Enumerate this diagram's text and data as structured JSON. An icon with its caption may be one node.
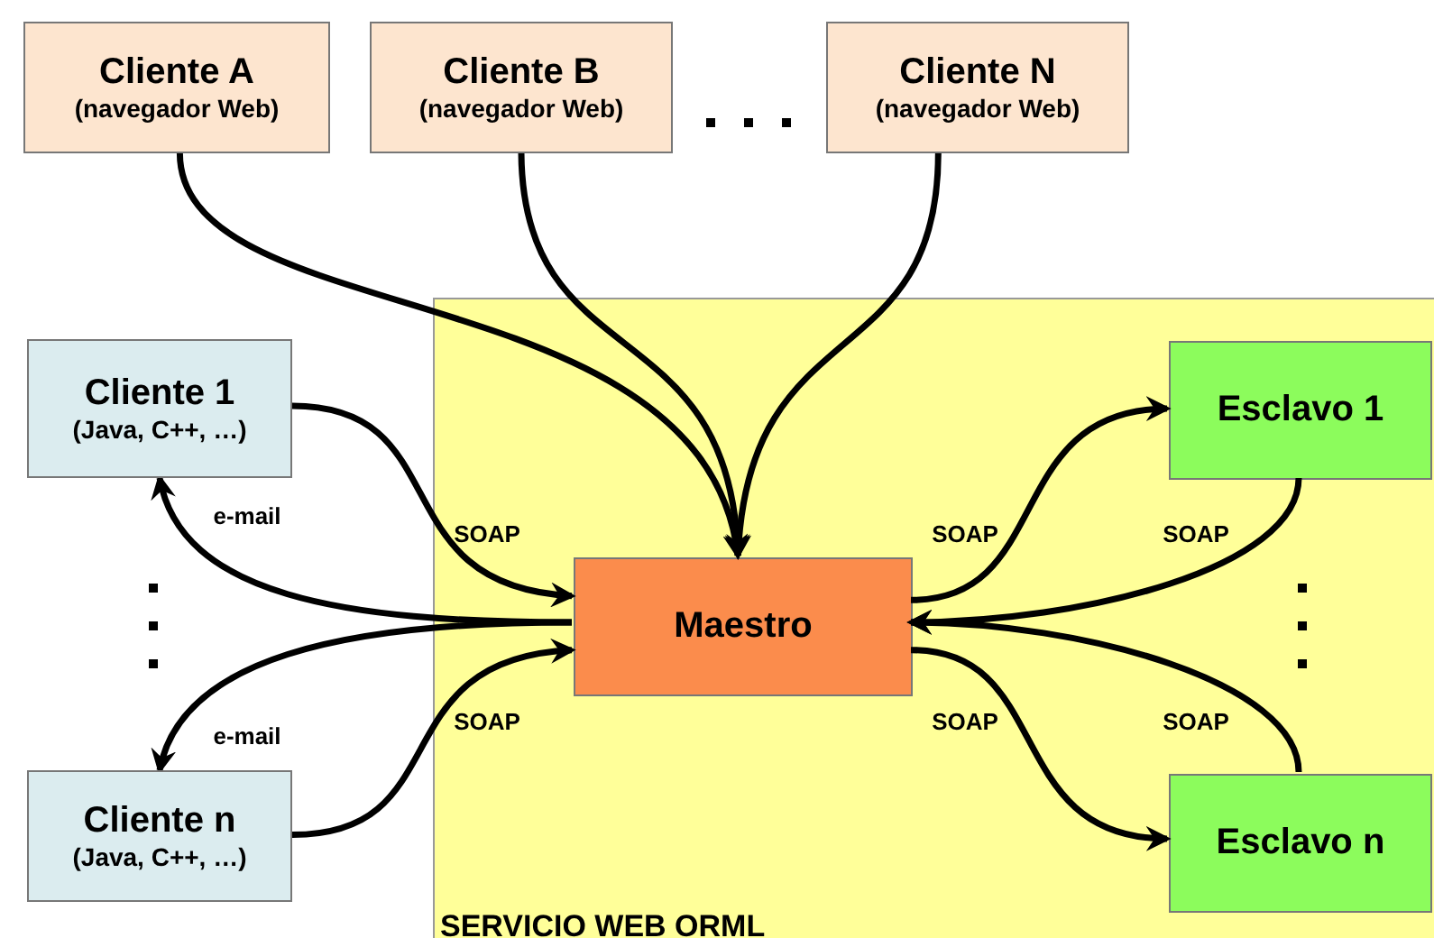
{
  "diagram": {
    "nodes": [
      {
        "text": [
          "Cliente A",
          "(navegador Web)"
        ]
      },
      {
        "text": [
          "Cliente B",
          "(navegador Web)"
        ]
      },
      {
        "text": [
          "Cliente N",
          "(navegador Web)"
        ]
      },
      {
        "text": [
          "Cliente 1",
          "(Java, C++, …)"
        ]
      },
      {
        "text": [
          "SERVICIO WEB ORML"
        ]
      },
      {
        "text": [
          "Maestro"
        ],
        "in": 4
      },
      {
        "text": [
          "Esclavo 1"
        ],
        "in": 4
      },
      {
        "text": [
          "Esclavo n"
        ],
        "in": 4
      },
      {
        "text": [
          "Cliente n",
          "(Java, C++, …)"
        ]
      }
    ],
    "edges": [
      {
        "from": 0,
        "to": 5,
        "arrow": "to"
      },
      {
        "from": 1,
        "to": 5,
        "arrow": "to"
      },
      {
        "from": 2,
        "to": 5,
        "arrow": "to"
      },
      {
        "from": 3,
        "to": 5,
        "arrow": "to",
        "label": "SOAP"
      },
      {
        "from": 5,
        "to": 3,
        "arrow": "to",
        "label": "e-mail"
      },
      {
        "from": 5,
        "to": 8,
        "arrow": "to",
        "label": "e-mail"
      },
      {
        "from": 8,
        "to": 5,
        "arrow": "to",
        "label": "SOAP"
      },
      {
        "from": 5,
        "to": 6,
        "arrow": "to",
        "label": "SOAP"
      },
      {
        "from": 6,
        "to": 5,
        "arrow": "to",
        "label": "SOAP"
      },
      {
        "from": 5,
        "to": 7,
        "arrow": "to",
        "label": "SOAP"
      },
      {
        "from": 7,
        "to": 5,
        "arrow": "to",
        "label": "SOAP"
      }
    ]
  }
}
